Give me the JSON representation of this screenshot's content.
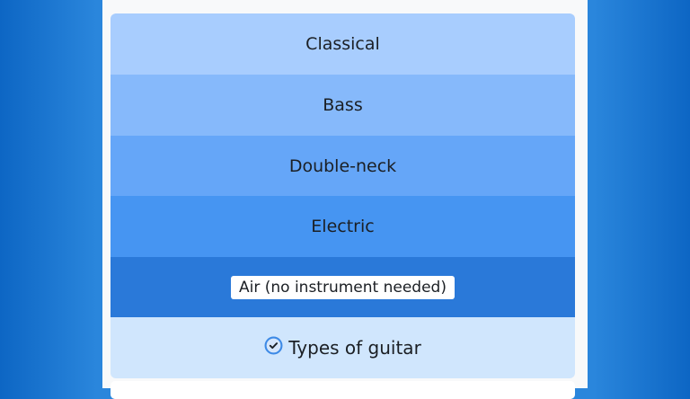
{
  "list": {
    "items": [
      {
        "label": "Classical"
      },
      {
        "label": "Bass"
      },
      {
        "label": "Double-neck"
      },
      {
        "label": "Electric"
      },
      {
        "label": "Air (no instrument needed)"
      }
    ],
    "selected_index": 4
  },
  "footer": {
    "title": "Types of guitar",
    "icon": "check-circle-icon"
  }
}
